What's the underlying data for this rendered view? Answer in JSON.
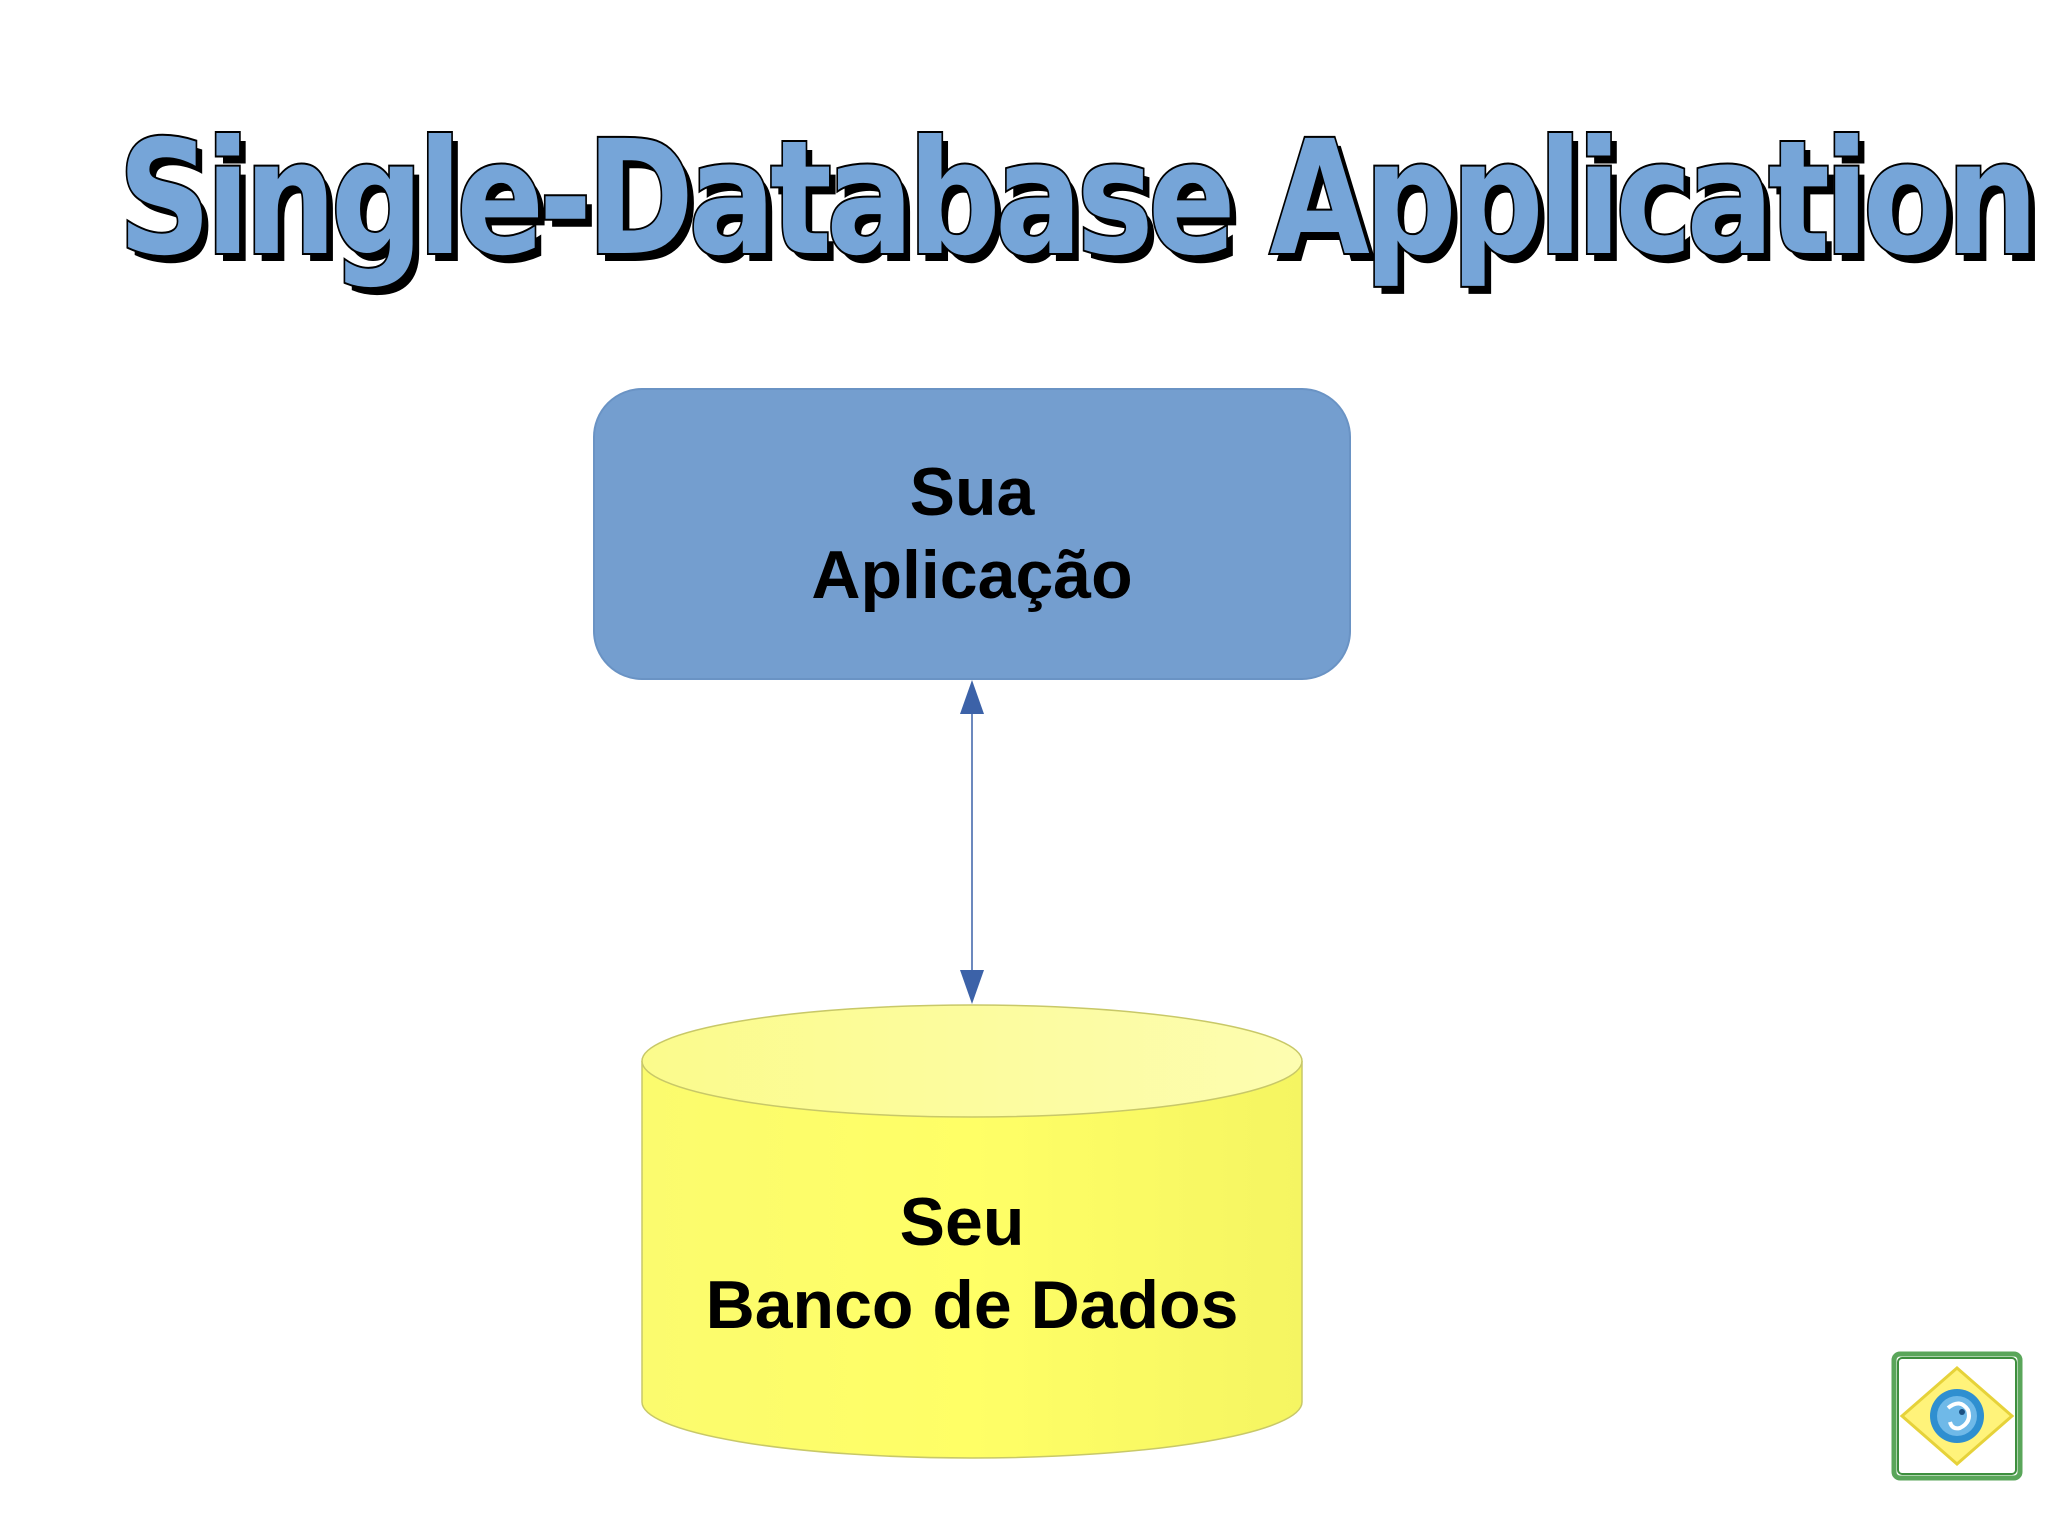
{
  "slide": {
    "title": "Single-Database Application"
  },
  "diagram": {
    "application_box": {
      "line1": "Sua",
      "line2": "Aplicação",
      "color": "#749ecf"
    },
    "database_cylinder": {
      "line1": "Seu",
      "line2": "Banco de Dados",
      "color": "#ffff66"
    },
    "connector": {
      "direction": "bidirectional",
      "color": "#3c62a8"
    }
  },
  "logo": {
    "icon": "brazil-flag-elephant-logo"
  }
}
